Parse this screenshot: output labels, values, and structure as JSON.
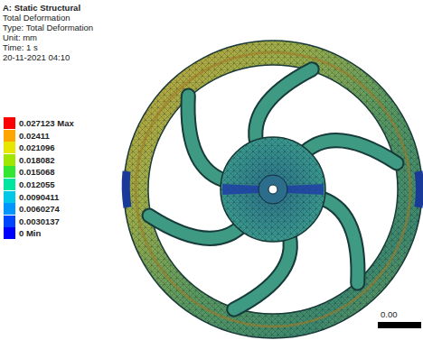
{
  "diagram": {
    "title": "A: Static Structural",
    "labels": [
      "Total Deformation",
      "Type: Total Deformation",
      "Unit: mm",
      "Time: 1 s",
      "20-11-2021 04:10",
      "0.00"
    ],
    "legend": [
      {
        "text": "0.027123 Max",
        "color": "#ff0000"
      },
      {
        "text": "0.02411",
        "color": "#ffa500"
      },
      {
        "text": "0.021096",
        "color": "#e6e600"
      },
      {
        "text": "0.018082",
        "color": "#a0e600"
      },
      {
        "text": "0.015068",
        "color": "#32e632"
      },
      {
        "text": "0.012055",
        "color": "#00e6a0"
      },
      {
        "text": "0.0090411",
        "color": "#00c8e6"
      },
      {
        "text": "0.0060274",
        "color": "#0096ff"
      },
      {
        "text": "0.0030137",
        "color": "#0046ff"
      },
      {
        "text": "0 Min",
        "color": "#0000ff"
      }
    ]
  }
}
